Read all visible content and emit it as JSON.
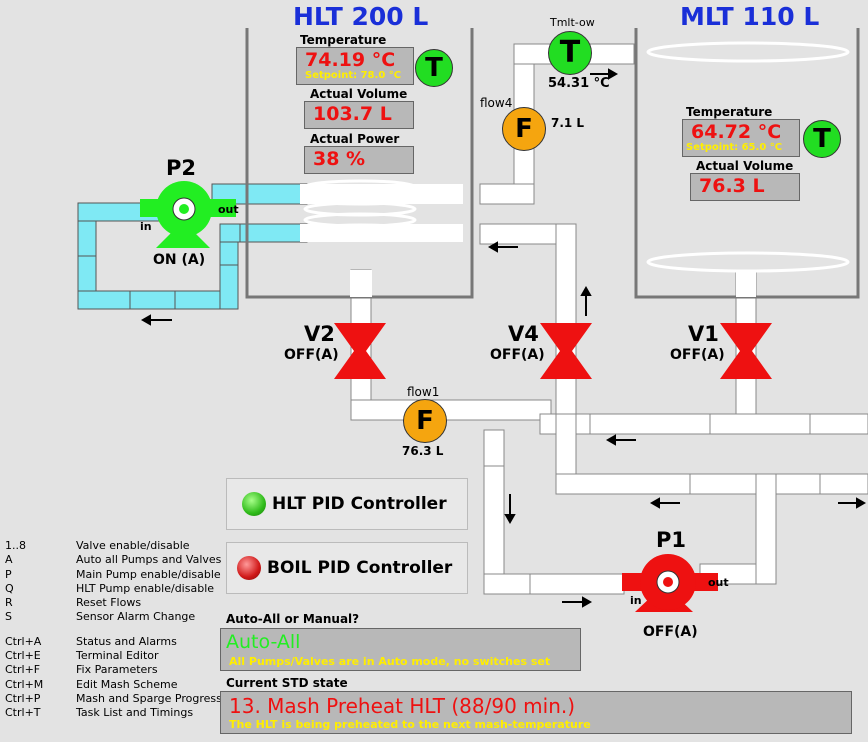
{
  "vessels": {
    "hlt_title": "HLT 200 L",
    "mlt_title": "MLT 110 L"
  },
  "hlt": {
    "temp_label": "Temperature",
    "temp_value": "74.19 °C",
    "setpoint": "Setpoint: 78.0 °C",
    "volume_label": "Actual Volume",
    "volume_value": "103.7 L",
    "power_label": "Actual Power",
    "power_value": "38 %"
  },
  "mlt": {
    "temp_label": "Temperature",
    "temp_value": "64.72 °C",
    "setpoint": "Setpoint: 65.0 °C",
    "volume_label": "Actual Volume",
    "volume_value": "76.3 L"
  },
  "sensors": {
    "t_symbol": "T",
    "f_symbol": "F",
    "tmlt_label": "Tmlt-ow",
    "tmlt_value": "54.31 °C",
    "flow4_label": "flow4",
    "flow4_value": "7.1 L",
    "flow1_label": "flow1",
    "flow1_value": "76.3 L"
  },
  "pumps": {
    "p2_name": "P2",
    "p2_state": "ON (A)",
    "p1_name": "P1",
    "p1_state": "OFF(A)",
    "in_label": "in",
    "out_label": "out"
  },
  "valves": {
    "v1_name": "V1",
    "v1_state": "OFF(A)",
    "v2_name": "V2",
    "v2_state": "OFF(A)",
    "v4_name": "V4",
    "v4_state": "OFF(A)"
  },
  "controllers": {
    "hlt_pid": "HLT PID Controller",
    "boil_pid": "BOIL PID Controller"
  },
  "shortcuts": [
    {
      "key": "1..8",
      "desc": "Valve enable/disable"
    },
    {
      "key": "A",
      "desc": "Auto all Pumps and Valves"
    },
    {
      "key": "P",
      "desc": "Main Pump enable/disable"
    },
    {
      "key": "Q",
      "desc": "HLT Pump enable/disable"
    },
    {
      "key": "R",
      "desc": "Reset Flows"
    },
    {
      "key": "S",
      "desc": "Sensor Alarm Change"
    },
    {
      "key": "Ctrl+A",
      "desc": "Status and Alarms"
    },
    {
      "key": "Ctrl+E",
      "desc": "Terminal Editor"
    },
    {
      "key": "Ctrl+F",
      "desc": "Fix Parameters"
    },
    {
      "key": "Ctrl+M",
      "desc": "Edit Mash Scheme"
    },
    {
      "key": "Ctrl+P",
      "desc": "Mash and Sparge Progress"
    },
    {
      "key": "Ctrl+T",
      "desc": "Task List and Timings"
    }
  ],
  "mode": {
    "label": "Auto-All or Manual?",
    "value": "Auto-All",
    "desc": "All Pumps/Valves are in Auto mode, no switches set"
  },
  "std": {
    "label": "Current STD state",
    "value": "13. Mash Preheat HLT (88/90 min.)",
    "desc": "The HLT is being preheated to the next mash-temperature"
  },
  "colors": {
    "background": "#e3e3e3",
    "title_blue": "#1a2fd8",
    "value_red": "#ee1111",
    "setpoint_yellow": "#ffee00",
    "sensor_green": "#22dd22",
    "flow_orange": "#f5a50f",
    "pump_on": "#22ee22",
    "pump_off": "#ee1111",
    "valve_red": "#ee1111",
    "hot_water_cyan": "#7fe9f4",
    "auto_green": "#22ee22"
  }
}
